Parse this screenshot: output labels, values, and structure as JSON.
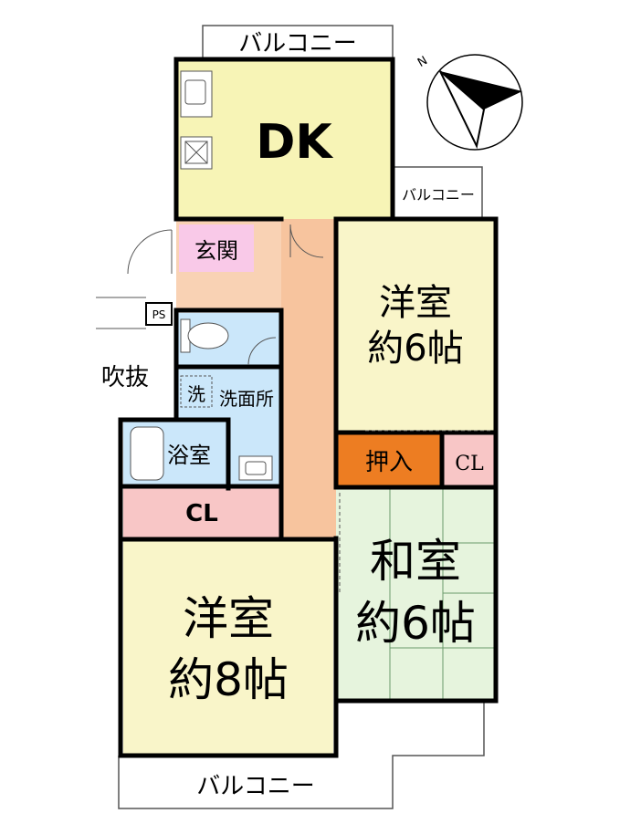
{
  "rooms": {
    "dk": "DK",
    "genkan": "玄関",
    "ps": "PS",
    "fukinuke": "吹抜",
    "senmenjo": "洗面所",
    "sentakki": "洗",
    "yokushitsu": "浴室",
    "cl_left": "CL",
    "youshitsu_small_line1": "洋室",
    "youshitsu_small_line2": "約6帖",
    "oshiire": "押入",
    "cl_right": "CL",
    "washitsu_line1": "和室",
    "washitsu_line2": "約6帖",
    "youshitsu_large_line1": "洋室",
    "youshitsu_large_line2": "約8帖"
  },
  "balconies": {
    "top": "バルコニー",
    "right": "バルコニー",
    "bottom": "バルコニー"
  },
  "compass": {
    "north": "N"
  },
  "colors": {
    "dk": "#f7f4b6",
    "youshitsu": "#f9f5c9",
    "washitsu": "#e6f4dd",
    "genkan": "#f9c9e8",
    "wet": "#cbe7fa",
    "hall": "#f9d2b4",
    "corridor": "#f7c49e",
    "closet": "#f8c6c6",
    "oshiire": "#ed7d22",
    "wall": "#000000"
  }
}
